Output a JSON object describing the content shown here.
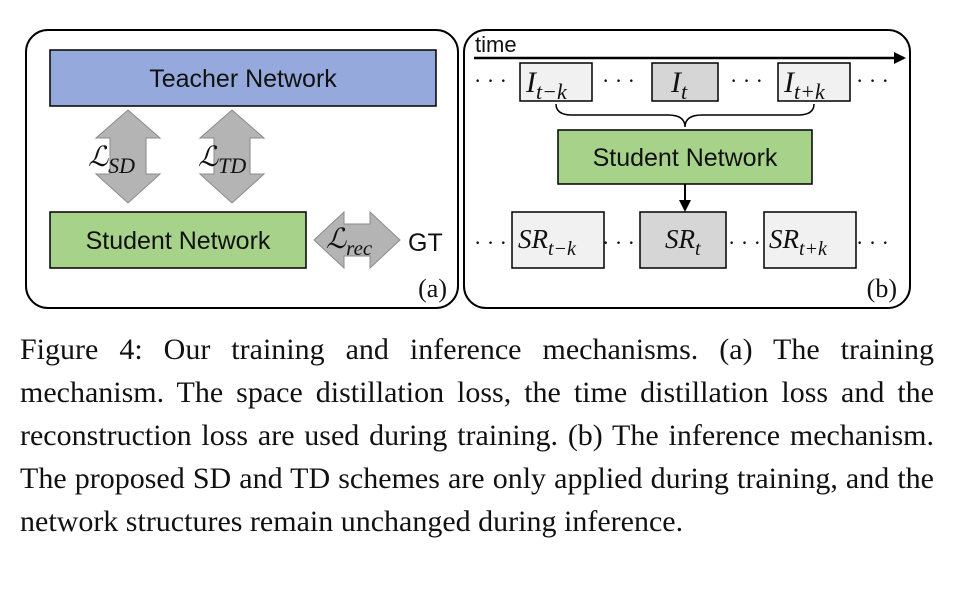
{
  "panel_a": {
    "teacher_label": "Teacher Network",
    "student_label": "Student Network",
    "loss_sd": {
      "main": "ℒ",
      "sub": "SD"
    },
    "loss_td": {
      "main": "ℒ",
      "sub": "TD"
    },
    "loss_rec": {
      "main": "ℒ",
      "sub": "rec"
    },
    "gt_label": "GT",
    "panel_tag": "(a)"
  },
  "panel_b": {
    "time_label": "time",
    "dots": "· · ·",
    "frames": [
      {
        "base": "I",
        "sub": "t−k"
      },
      {
        "base": "I",
        "sub": "t"
      },
      {
        "base": "I",
        "sub": "t+k"
      }
    ],
    "student_label": "Student Network",
    "outputs": [
      {
        "base": "SR",
        "sub": "t−k"
      },
      {
        "base": "SR",
        "sub": "t"
      },
      {
        "base": "SR",
        "sub": "t+k"
      }
    ],
    "panel_tag": "(b)"
  },
  "caption": "Figure 4: Our training and inference mechanisms. (a) The training mechanism. The space distillation loss, the time distillation loss and the reconstruction loss are used during training. (b) The inference mechanism. The proposed SD and TD schemes are only applied during training, and the network structures remain unchanged during inference.",
  "colors": {
    "teacher_fill": "#95a9dc",
    "student_fill": "#a7d28a",
    "arrow_fill": "#b4b4b4",
    "frame_center_fill": "#d6d6d6",
    "frame_side_fill": "#f1f1f1"
  }
}
